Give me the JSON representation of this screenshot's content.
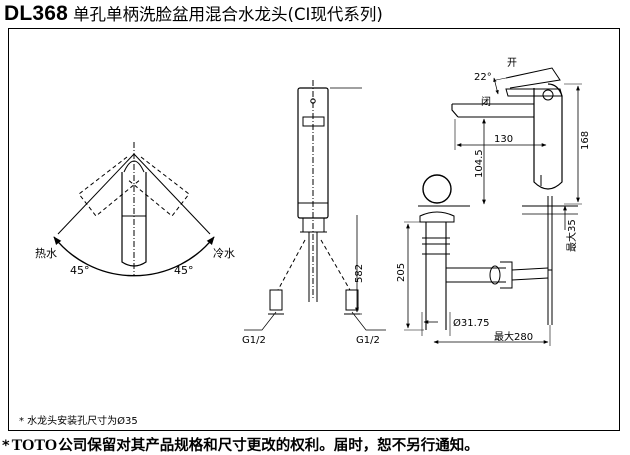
{
  "header": {
    "model": "DL368",
    "product_name": "单孔单柄洗脸盆用混合水龙头(CI现代系列)"
  },
  "front_view": {
    "hot_label": "热水",
    "cold_label": "冷水",
    "angle_left": "45°",
    "angle_right": "45°"
  },
  "side_view": {
    "height_dim": "582",
    "thread_left": "G1/2",
    "thread_right": "G1/2"
  },
  "install_view": {
    "open_label": "开",
    "closed_label": "闭",
    "lever_angle": "22°",
    "dim_168": "168",
    "dim_130": "130",
    "dim_1045": "104.5",
    "dim_205": "205",
    "dim_max35": "最大35",
    "dim_dia": "Ø31.75",
    "dim_max280": "最大280"
  },
  "note": "* 水龙头安装孔尺寸为Ø35",
  "footer": {
    "star": "*",
    "brand": "TOTO",
    "text": "公司保留对其产品规格和尺寸更改的权利。届时，恕不另行通知。"
  }
}
